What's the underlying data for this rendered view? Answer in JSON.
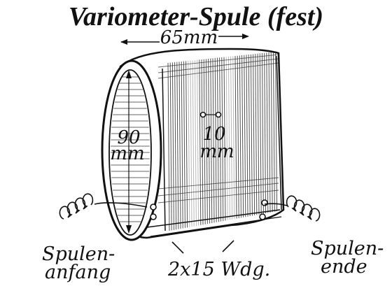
{
  "title": "Variometer-Spule (fest)",
  "dimensions": {
    "width": "65mm",
    "diameter_value": "90",
    "diameter_unit": "mm",
    "gap_value": "10",
    "gap_unit": "mm"
  },
  "labels": {
    "start_line1": "Spulen-",
    "start_line2": "anfang",
    "end_line1": "Spulen-",
    "end_line2": "ende",
    "turns": "2x15 Wdg."
  }
}
